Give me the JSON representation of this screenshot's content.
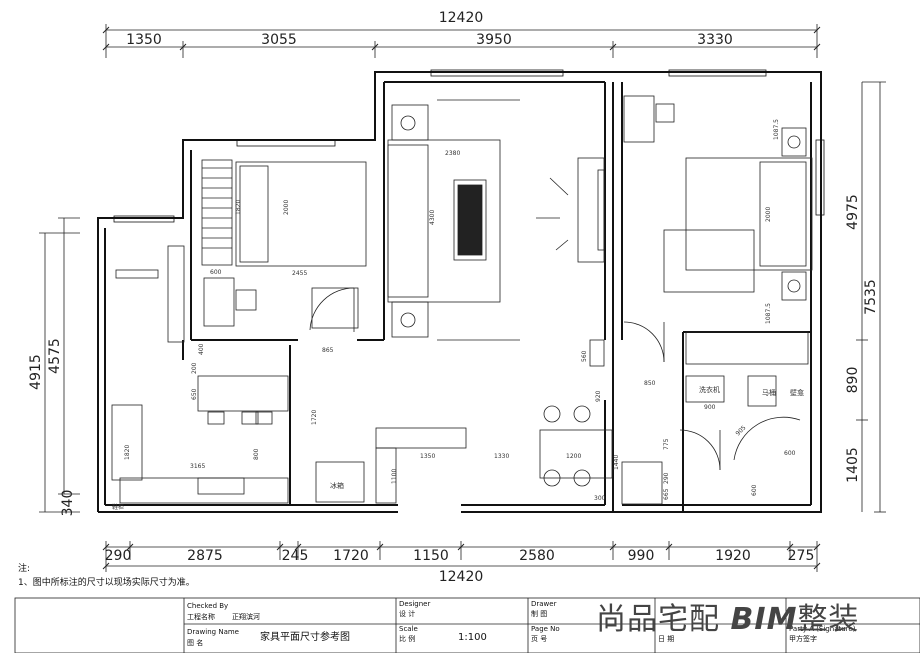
{
  "plan": {
    "overall_width": "12420",
    "overall_depth": "7535",
    "top_segments": [
      "1350",
      "3055",
      "3950",
      "3330"
    ],
    "bottom_segments": [
      "290",
      "2875",
      "245",
      "1720",
      "1150",
      "2580",
      "990",
      "1920",
      "275"
    ],
    "left_segments": [
      "4915",
      "4575",
      "340"
    ],
    "right_segments": [
      "4975",
      "890",
      "1405"
    ],
    "interior_dims": [
      "2380",
      "4300",
      "2000",
      "2455",
      "1820",
      "600",
      "865",
      "400",
      "200",
      "650",
      "1720",
      "800",
      "3165",
      "1820",
      "1350",
      "1330",
      "1200",
      "1440",
      "300",
      "560",
      "920",
      "850",
      "775",
      "290",
      "665",
      "1087.5",
      "2000",
      "1087.5",
      "900",
      "600",
      "600",
      "905",
      "1100"
    ],
    "fixture_labels": {
      "washer": "洗衣机",
      "toilet": "马桶",
      "wall_cabinet": "壁龛",
      "shoe_cabinet": "鞋柜",
      "fridge": "冰箱"
    }
  },
  "notes": {
    "heading": "注:",
    "line1": "1、图中所标注的尺寸以现场实际尺寸为准。"
  },
  "title_block": {
    "checked_by": "Checked By",
    "project_name_label": "工程名称",
    "project_name": "正翔滨河",
    "drawing_name_label_en": "Drawing Name",
    "drawing_name_label": "图  名",
    "drawing_name": "家具平面尺寸参考图",
    "designer_label_en": "Designer",
    "designer_label": "设  计",
    "scale_label_en": "Scale",
    "scale_label": "比  例",
    "scale": "1:100",
    "drawer_label_en": "Drawer",
    "drawer_label": "制  图",
    "page_label_en": "Page No",
    "page_label": "页  号",
    "date_label": "日  期",
    "party_a_label_en": "Party A (Signature)",
    "party_a_label": "甲方签字"
  },
  "watermark": {
    "text1": "尚品宅配",
    "text2": "BIM",
    "text3": "整装"
  }
}
